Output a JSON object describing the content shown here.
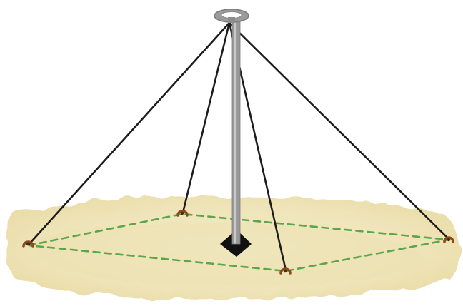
{
  "diagram": {
    "subject": "pole-with-guy-wires",
    "colors": {
      "background": "#ffffff",
      "ground": "#efe6bf",
      "ground_edge": "#e4d7a4",
      "boundary": "#5aa64b",
      "wire": "#1c1c1c",
      "pole": "#9a9a9a",
      "pole_highlight": "#c9c9c9",
      "ring": "#8e8e8e",
      "base": "#111111",
      "stake": "#8a4a1c"
    },
    "guy_wire_count": 4,
    "stake_count": 4,
    "icons": {
      "top": "ring-cap-icon",
      "anchor": "stake-hook-icon",
      "base": "base-plate-icon"
    }
  }
}
